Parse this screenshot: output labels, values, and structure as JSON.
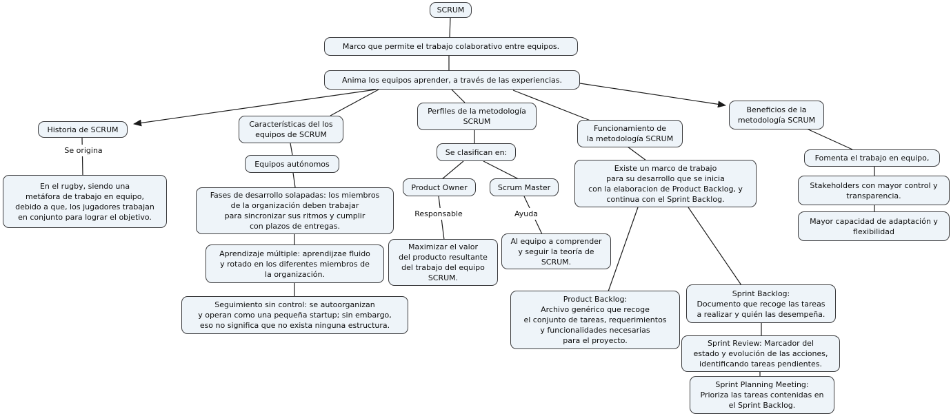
{
  "colors": {
    "node_fill": "#eef4f9",
    "node_border": "#3a3a3c",
    "edge_line": "#1a1a1a",
    "background": "#ffffff",
    "text": "#0c0c0c"
  },
  "nodes": {
    "scrum": {
      "text": "SCRUM"
    },
    "marco": {
      "text": "Marco que permite el trabajo colaborativo entre equipos."
    },
    "anima": {
      "text": "Anima  los equipos aprender, a través de las experiencias."
    },
    "historia": {
      "text": "Historia de SCRUM"
    },
    "rugby": {
      "text": "En el rugby, siendo una\nmetáfora de trabajo en equipo,\ndebido a que, los jugadores trabajan\nen conjunto para lograr el objetivo."
    },
    "caracteristicas": {
      "text": "Características del los\nequipos de SCRUM"
    },
    "equipos_autonomos": {
      "text": "Equipos autónomos"
    },
    "fases": {
      "text": "Fases de desarrollo solapadas: los miembros\nde la organización deben trabajar\npara sincronizar sus ritmos y cumplir\ncon plazos de entregas."
    },
    "aprendizaje": {
      "text": "Aprendizaje múltiple: aprendijzae fluido\ny rotado en los diferentes miembros de\nla organización."
    },
    "seguimiento": {
      "text": "Seguimiento sin control: se autoorganizan\ny operan como una pequeña startup; sin embargo,\neso no significa que no exista ninguna estructura."
    },
    "perfiles": {
      "text": "Perfiles de la metodología\nSCRUM"
    },
    "clasifican": {
      "text": "Se clasifican en:"
    },
    "product_owner": {
      "text": "Product Owner"
    },
    "scrum_master": {
      "text": "Scrum Master"
    },
    "maximizar": {
      "text": "Maximizar el valor\ndel producto resultante\ndel trabajo del equipo\nSCRUM."
    },
    "al_equipo": {
      "text": "Al equipo a comprender\ny seguir la teoría de\nSCRUM."
    },
    "funcionamiento": {
      "text": "Funcionamiento de\nla metodología SCRUM"
    },
    "existe": {
      "text": "Existe un marco de trabajo\npara su desarrollo que se inicia\ncon la elaboracion de Product Backlog, y\ncontinua con el Sprint Backlog."
    },
    "product_backlog": {
      "text": "Product Backlog:\nArchivo genérico que recoge\nel conjunto de tareas, requerimientos\ny funcionalidades necesarias\npara el proyecto."
    },
    "sprint_backlog": {
      "text": "Sprint Backlog:\nDocumento que recoge las tareas\na realizar y quién las desempeña."
    },
    "sprint_review": {
      "text": "Sprint Review: Marcador del\nestado y evolución de las acciones,\nidentificando tareas pendientes."
    },
    "sprint_planning": {
      "text": "Sprint Planning Meeting:\nPrioriza las tareas contenidas en\nel Sprint Backlog."
    },
    "beneficios": {
      "text": "Beneficios de la\nmetodología SCRUM"
    },
    "fomenta": {
      "text": "Fomenta el trabajo en equipo,"
    },
    "stakeholders": {
      "text": "Stakeholders con mayor control y\ntransparencia."
    },
    "mayor_capacidad": {
      "text": "Mayor capacidad de adaptación y\nflexibilidad"
    }
  },
  "link_labels": {
    "se_origina": {
      "text": "Se origina"
    },
    "responsable": {
      "text": "Responsable"
    },
    "ayuda": {
      "text": "Ayuda"
    }
  }
}
